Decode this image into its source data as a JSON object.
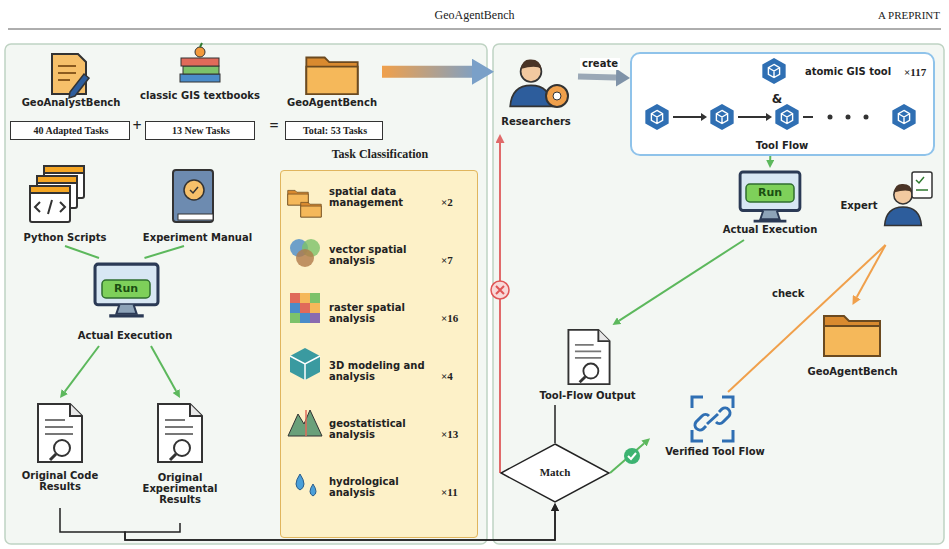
{
  "diagram": {
    "nodes": [
      {
        "text": [
          "GeoAnalystBench"
        ]
      },
      {
        "text": [
          "classic GIS textbooks"
        ]
      },
      {
        "text": [
          "GeoAgentBench"
        ]
      },
      {
        "text": [
          "40 Adapted Tasks"
        ]
      },
      {
        "text": [
          "13 New Tasks"
        ]
      },
      {
        "text": [
          "Total: 53 Tasks"
        ]
      },
      {
        "text": [
          "Task Classification"
        ]
      },
      {
        "text": [
          "spatial data management",
          "×2"
        ],
        "in": 6
      },
      {
        "text": [
          "vector spatial analysis",
          "×7"
        ],
        "in": 6
      },
      {
        "text": [
          "raster spatial analysis",
          "×16"
        ],
        "in": 6
      },
      {
        "text": [
          "3D modeling and analysis",
          "×4"
        ],
        "in": 6
      },
      {
        "text": [
          "geostatistical analysis",
          "×13"
        ],
        "in": 6
      },
      {
        "text": [
          "hydrological analysis",
          "×11"
        ],
        "in": 6
      },
      {
        "text": [
          "Python Scripts"
        ]
      },
      {
        "text": [
          "Experiment Manual"
        ]
      },
      {
        "text": [
          "Run",
          "Actual Execution"
        ]
      },
      {
        "text": [
          "Original Code Results"
        ]
      },
      {
        "text": [
          "Original Experimental Results"
        ]
      },
      {
        "text": [
          "Researchers"
        ]
      },
      {
        "text": [
          "atomic GIS tool",
          "×117",
          "&",
          "Tool Flow"
        ]
      },
      {
        "text": [
          "Run",
          "Actual Execution"
        ]
      },
      {
        "text": [
          "Expert"
        ]
      },
      {
        "text": [
          "Tool-Flow Output"
        ]
      },
      {
        "text": [
          "Match"
        ]
      },
      {
        "text": [
          "Verified Tool Flow"
        ]
      },
      {
        "text": [
          "GeoAgentBench"
        ]
      }
    ],
    "edges": [
      {
        "from": 2,
        "to": 18,
        "arrow": "to"
      },
      {
        "from": 18,
        "to": 19,
        "label": "create",
        "arrow": "to"
      },
      {
        "from": 13,
        "to": 15,
        "arrow": "none"
      },
      {
        "from": 14,
        "to": 15,
        "arrow": "none"
      },
      {
        "from": 15,
        "to": 16,
        "arrow": "to"
      },
      {
        "from": 15,
        "to": 17,
        "arrow": "to"
      },
      {
        "from": 16,
        "to": 23,
        "arrow": "to"
      },
      {
        "from": 17,
        "to": 23,
        "arrow": "to"
      },
      {
        "from": 19,
        "to": 20,
        "arrow": "to"
      },
      {
        "from": 20,
        "to": 22,
        "arrow": "to"
      },
      {
        "from": 22,
        "to": 23,
        "arrow": "none"
      },
      {
        "from": 23,
        "to": 18,
        "arrow": "to"
      },
      {
        "from": 23,
        "to": 24,
        "arrow": "to"
      },
      {
        "from": 24,
        "to": 21,
        "arrow": "none"
      },
      {
        "from": 21,
        "to": 25,
        "label": "check",
        "arrow": "to"
      }
    ],
    "labels": [
      "GeoAgentBench",
      "A PREPRINT",
      "+",
      "="
    ]
  }
}
